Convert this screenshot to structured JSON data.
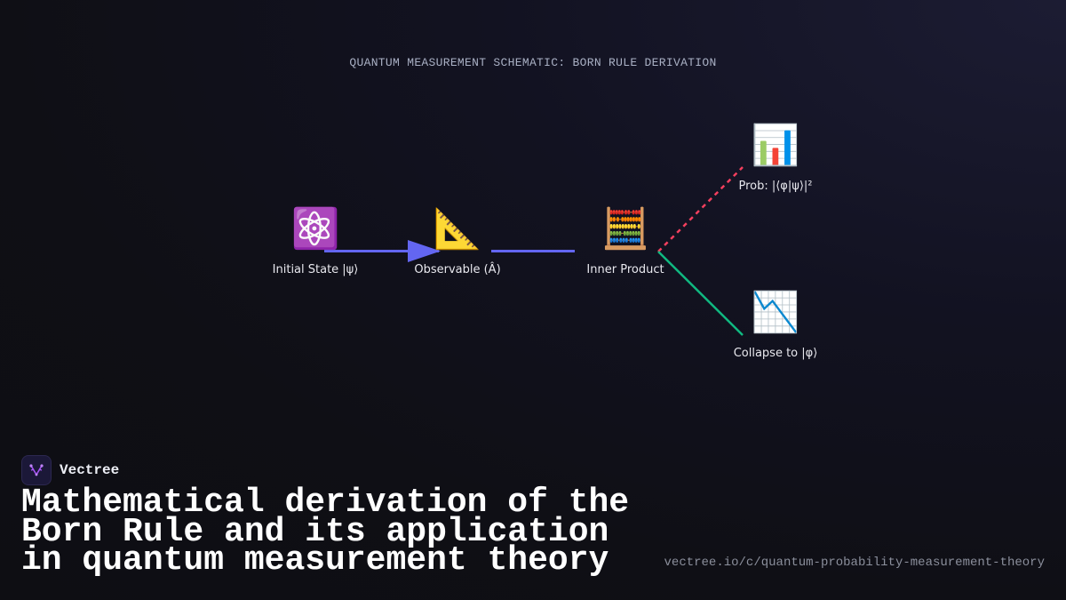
{
  "diagram": {
    "title": "QUANTUM MEASUREMENT SCHEMATIC: BORN RULE DERIVATION",
    "nodes": {
      "initial_state": {
        "icon": "⚛️",
        "icon_name": "atom-icon",
        "label": "Initial State |ψ⟩"
      },
      "observable": {
        "icon": "📐",
        "icon_name": "triangular-ruler-icon",
        "label": "Observable (Â)"
      },
      "inner_product": {
        "icon": "🧮",
        "icon_name": "abacus-icon",
        "label": "Inner Product"
      },
      "probability": {
        "icon": "📊",
        "icon_name": "bar-chart-icon",
        "label": "Prob: |⟨φ|ψ⟩|²"
      },
      "collapse": {
        "icon": "📉",
        "icon_name": "chart-decreasing-icon",
        "label": "Collapse to |φ⟩"
      }
    },
    "edge_colors": {
      "primary": "#6366f1",
      "probability": "#f43f5e",
      "collapse": "#10b981"
    }
  },
  "brand": {
    "name": "Vectree",
    "logo_color": "#a855f7"
  },
  "headline": "Mathematical derivation of the Born Rule and its application in quantum measurement theory",
  "url": "vectree.io/c/quantum-probability-measurement-theory"
}
